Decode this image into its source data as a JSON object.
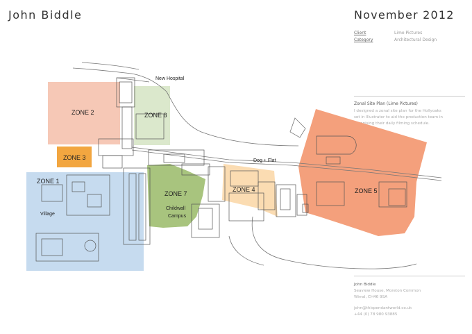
{
  "header": {
    "name": "John Biddle",
    "date": "November 2012"
  },
  "meta": {
    "client_label": "Client",
    "client_value": "Lime Pictures",
    "category_label": "Category",
    "category_value": "Architectural Design"
  },
  "project": {
    "title": "Zonal Site Plan (Lime Pictures)",
    "description_lines": [
      "I designed a zonal site plan for the Hollyoaks",
      "set in Illustrator to aid the production team in",
      "organising their daily filming schedule."
    ]
  },
  "contact": {
    "name": "John Biddle",
    "address_1": "Seaview House, Moreton Common",
    "address_2": "Wirral, CH46 9SA",
    "email": "john@thispendantworld.co.uk",
    "phone": "+44 (0) 78 980 93885"
  },
  "map": {
    "zones": [
      {
        "id": "zone2",
        "label": "ZONE 2",
        "color": "#f6c8b6"
      },
      {
        "id": "zone8",
        "label": "ZONE 8",
        "color": "#dbe8cc"
      },
      {
        "id": "zone3",
        "label": "ZONE 3",
        "color": "#f2a640"
      },
      {
        "id": "zone1",
        "label": "ZONE 1",
        "color": "#c6dbef"
      },
      {
        "id": "zone7",
        "label": "ZONE 7",
        "color": "#a8c47e"
      },
      {
        "id": "zone4",
        "label": "ZONE 4",
        "color": "#fbdcb2"
      },
      {
        "id": "zone5",
        "label": "ZONE 5",
        "color": "#f4a07c"
      }
    ],
    "places": {
      "new_hospital": "New Hospital",
      "dog_flat": "Dog + Flat",
      "village": "Village",
      "childwall": "Childwall",
      "campus": "Campus"
    }
  }
}
